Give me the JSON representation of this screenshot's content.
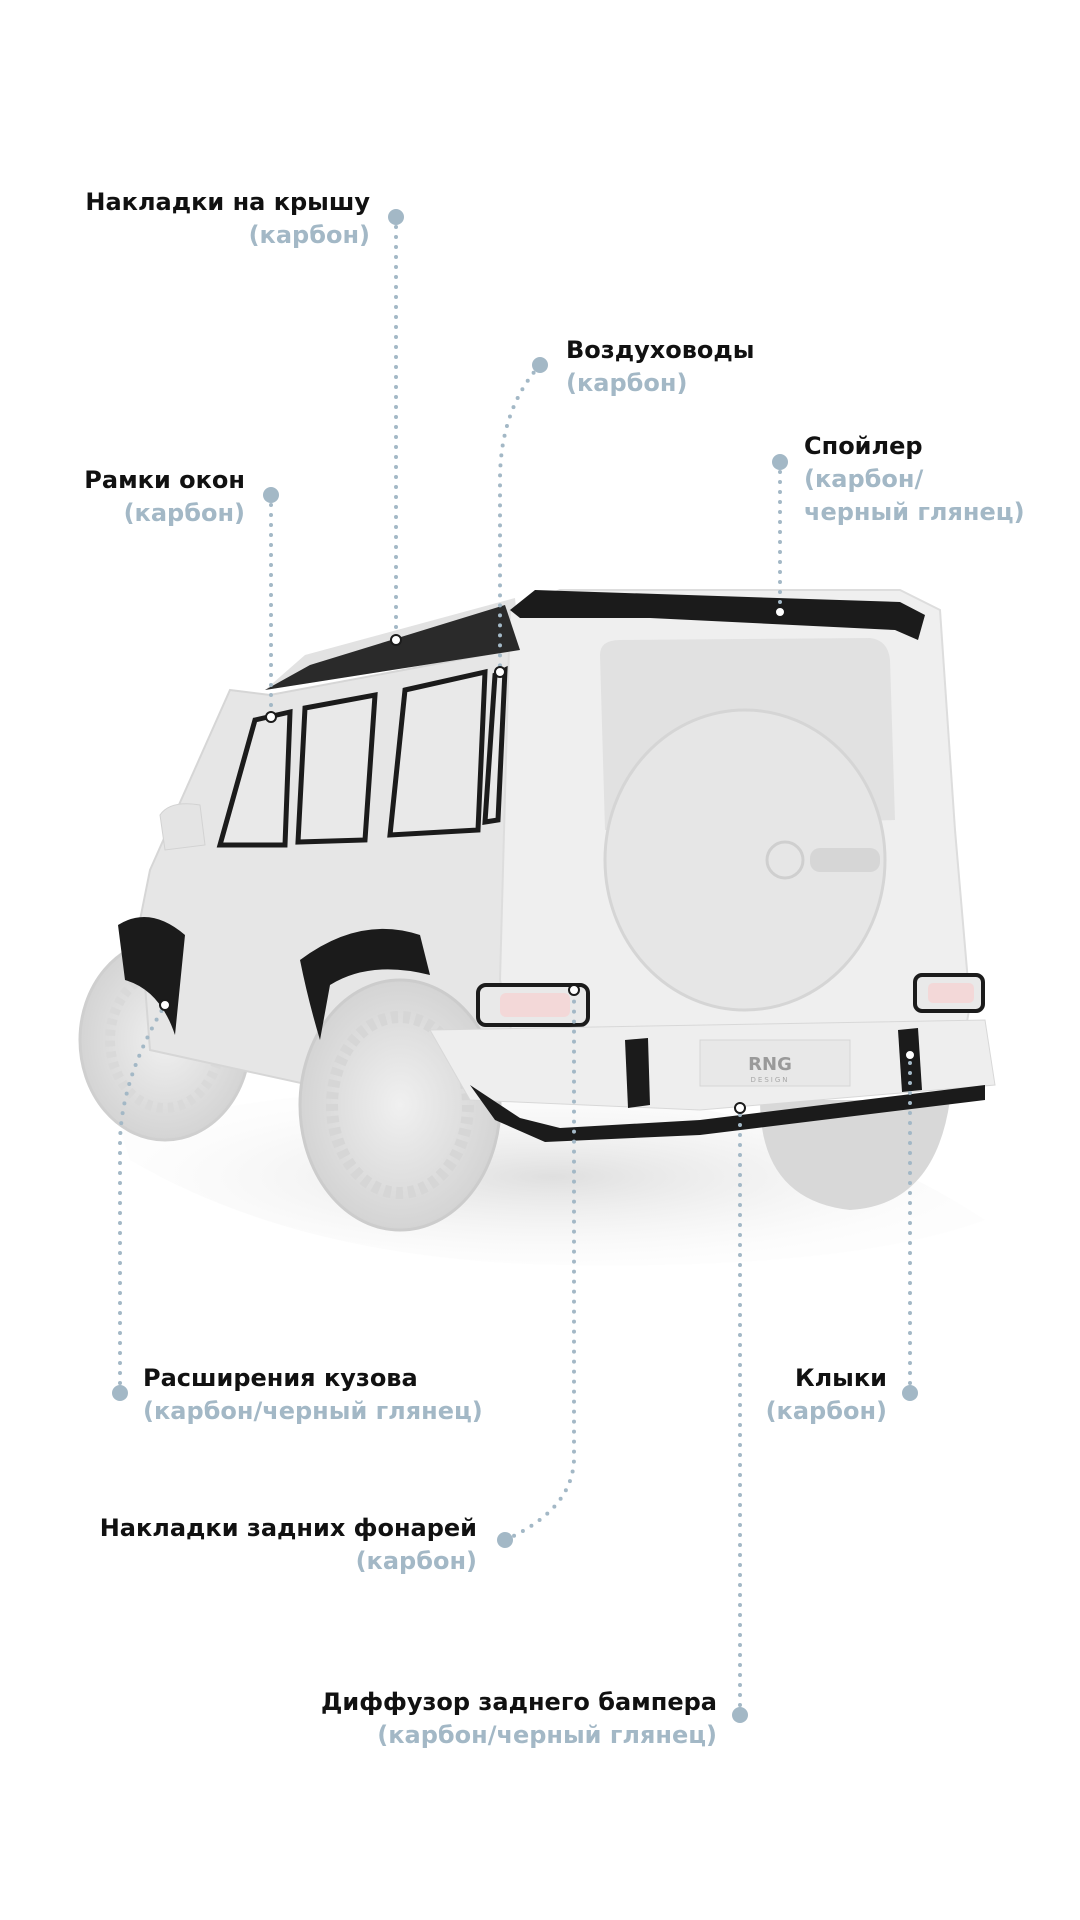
{
  "colors": {
    "accent": "#a3b8c6",
    "text": "#111111",
    "car_body": "#ececec",
    "car_trim": "#1b1b1b"
  },
  "vehicle": {
    "icon": "suv-rear-three-quarter",
    "badge": "RNG",
    "badge_sub": "DESIGN"
  },
  "callouts": [
    {
      "id": "roof",
      "name": "Накладки на крышу",
      "lines": [
        "(карбон)"
      ]
    },
    {
      "id": "vents",
      "name": "Воздуховоды",
      "lines": [
        "(карбон)"
      ]
    },
    {
      "id": "windows",
      "name": "Рамки окон",
      "lines": [
        "(карбон)"
      ]
    },
    {
      "id": "spoiler",
      "name": "Спойлер",
      "lines": [
        "(карбон/",
        "черный глянец)"
      ]
    },
    {
      "id": "flares",
      "name": "Расширения кузова",
      "lines": [
        "(карбон/черный глянец)"
      ]
    },
    {
      "id": "fangs",
      "name": "Клыки",
      "lines": [
        "(карбон)"
      ]
    },
    {
      "id": "lights",
      "name": "Накладки задних фонарей",
      "lines": [
        "(карбон)"
      ]
    },
    {
      "id": "diffuser",
      "name": "Диффузор заднего бампера",
      "lines": [
        "(карбон/черный глянец)"
      ]
    }
  ]
}
